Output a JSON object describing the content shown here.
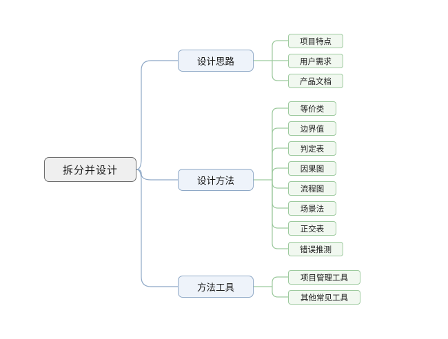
{
  "root": {
    "label": "拆分并设计"
  },
  "branches": [
    {
      "label": "设计思路",
      "children": [
        "项目特点",
        "用户需求",
        "产品文档"
      ]
    },
    {
      "label": "设计方法",
      "children": [
        "等价类",
        "边界值",
        "判定表",
        "因果图",
        "流程图",
        "场景法",
        "正交表",
        "错误推测"
      ]
    },
    {
      "label": "方法工具",
      "children": [
        "项目管理工具",
        "其他常见工具"
      ]
    }
  ]
}
